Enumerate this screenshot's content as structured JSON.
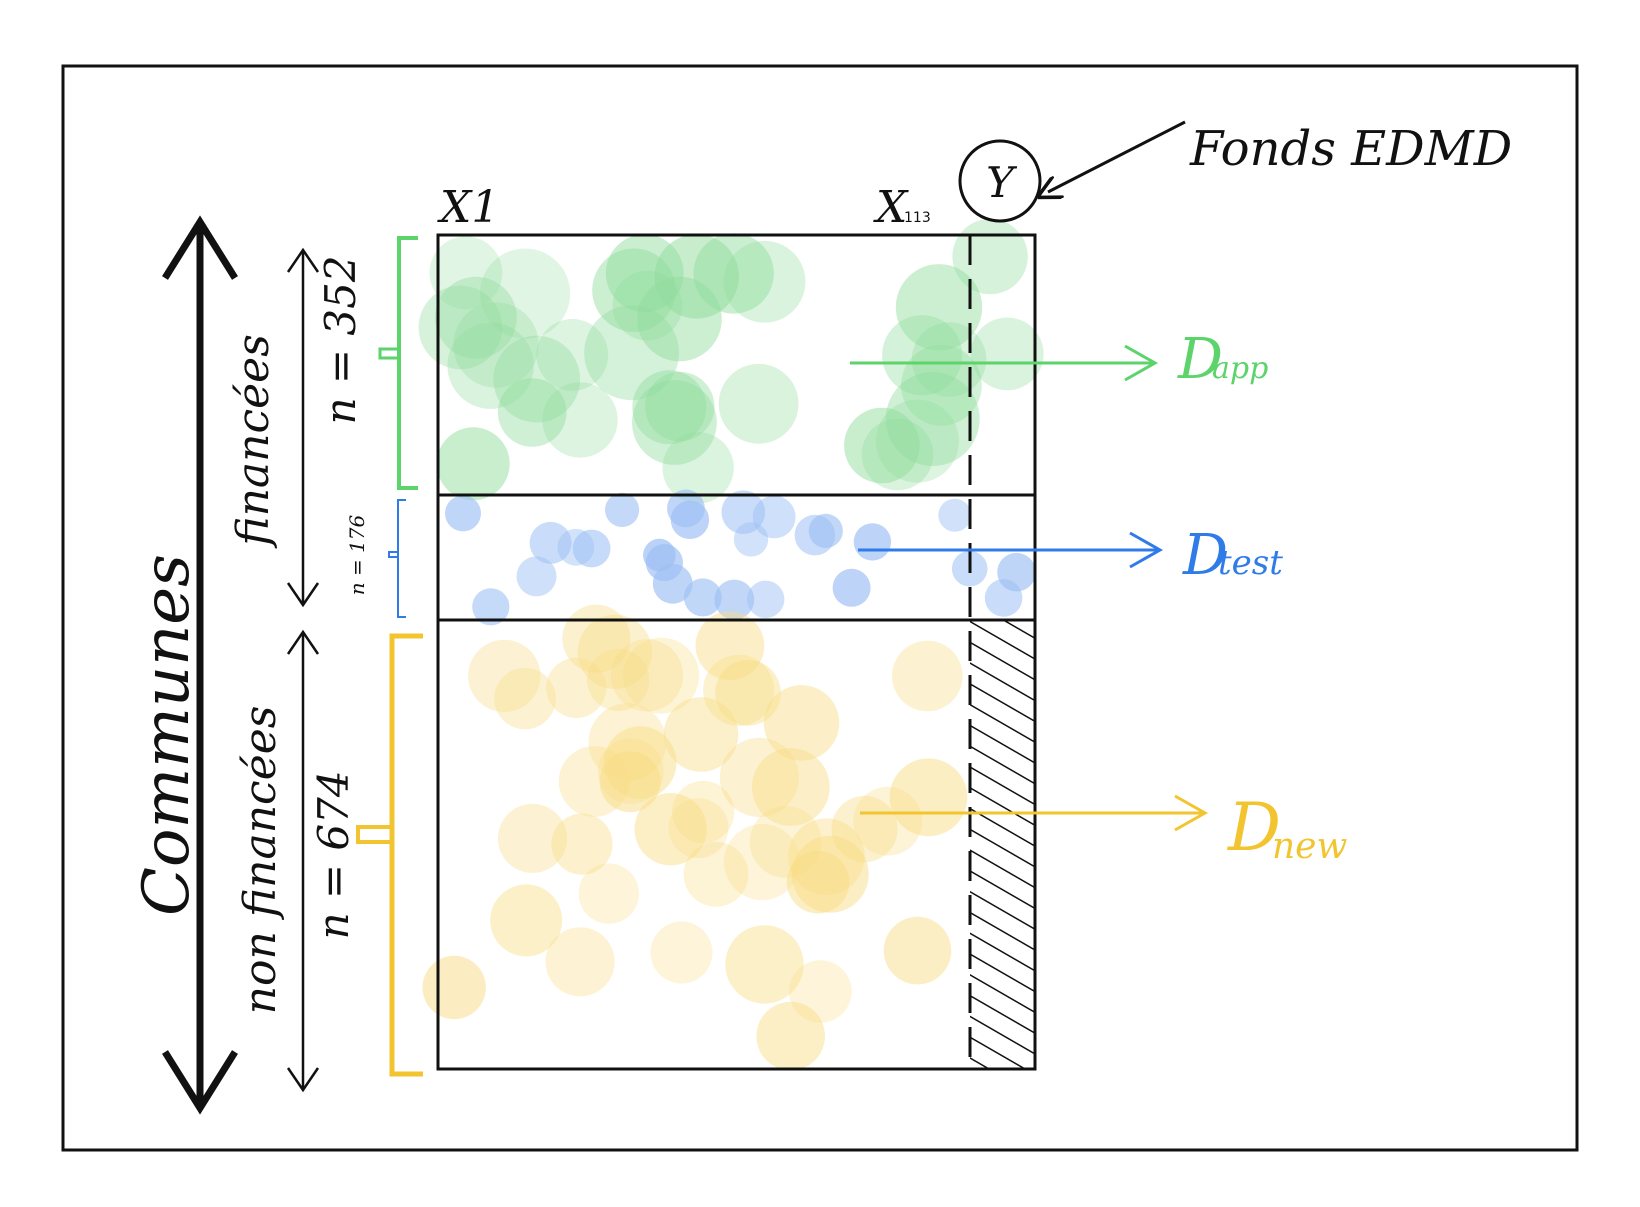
{
  "labels": {
    "communes": "Communes",
    "financees": "financées",
    "non_financees": "non financées",
    "n_financees": "n = 352",
    "n_test": "n = 176",
    "n_non_financees": "n = 674",
    "x_first": "X1",
    "x_last_letter": "X",
    "x_last_index": "113",
    "y": "Y",
    "fonds": "Fonds EDMD",
    "d_app_letter": "D",
    "d_app_sub": "app",
    "d_test_letter": "D",
    "d_test_sub": "test",
    "d_new_letter": "D",
    "d_new_sub": "new"
  },
  "colors": {
    "app": "#5cd36b",
    "app_fill": "#8fdc9c",
    "test": "#2f7be8",
    "test_fill": "#9dbff4",
    "new": "#f2c530",
    "new_fill": "#f8dc84",
    "ink": "#111111"
  }
}
